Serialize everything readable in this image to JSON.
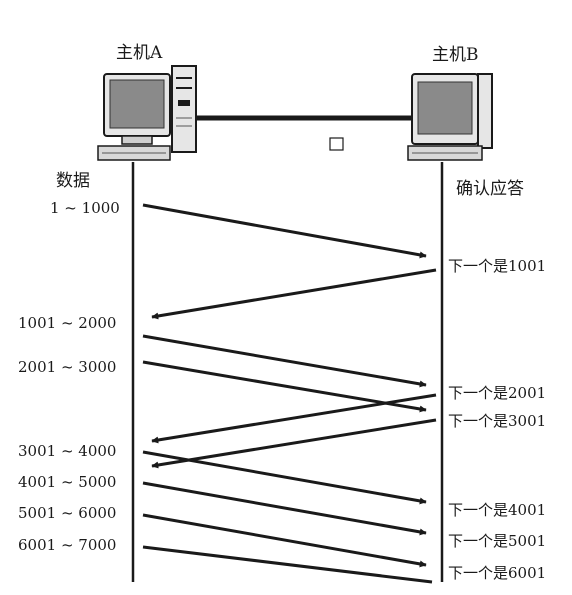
{
  "hosts": {
    "a": {
      "label": "主机A",
      "icon": "desktop-computer-icon"
    },
    "b": {
      "label": "主机B",
      "icon": "desktop-computer-icon"
    }
  },
  "columns": {
    "sender_header": "数据",
    "receiver_header": "确认应答"
  },
  "segments": [
    {
      "range": "1 ~ 1000",
      "ack": "下一个是1001"
    },
    {
      "range": "1001 ~ 2000",
      "ack": "下一个是2001"
    },
    {
      "range": "2001 ~ 3000",
      "ack": "下一个是3001"
    },
    {
      "range": "3001 ~ 4000",
      "ack": "下一个是4001"
    },
    {
      "range": "4001 ~ 5000",
      "ack": "下一个是5001"
    },
    {
      "range": "5001 ~ 6000",
      "ack": "下一个是6001"
    },
    {
      "range": "6001 ~ 7000"
    }
  ],
  "colors": {
    "line": "#1a1a1a",
    "screen": "#8a8a8a",
    "case": "#e6e6e6"
  }
}
